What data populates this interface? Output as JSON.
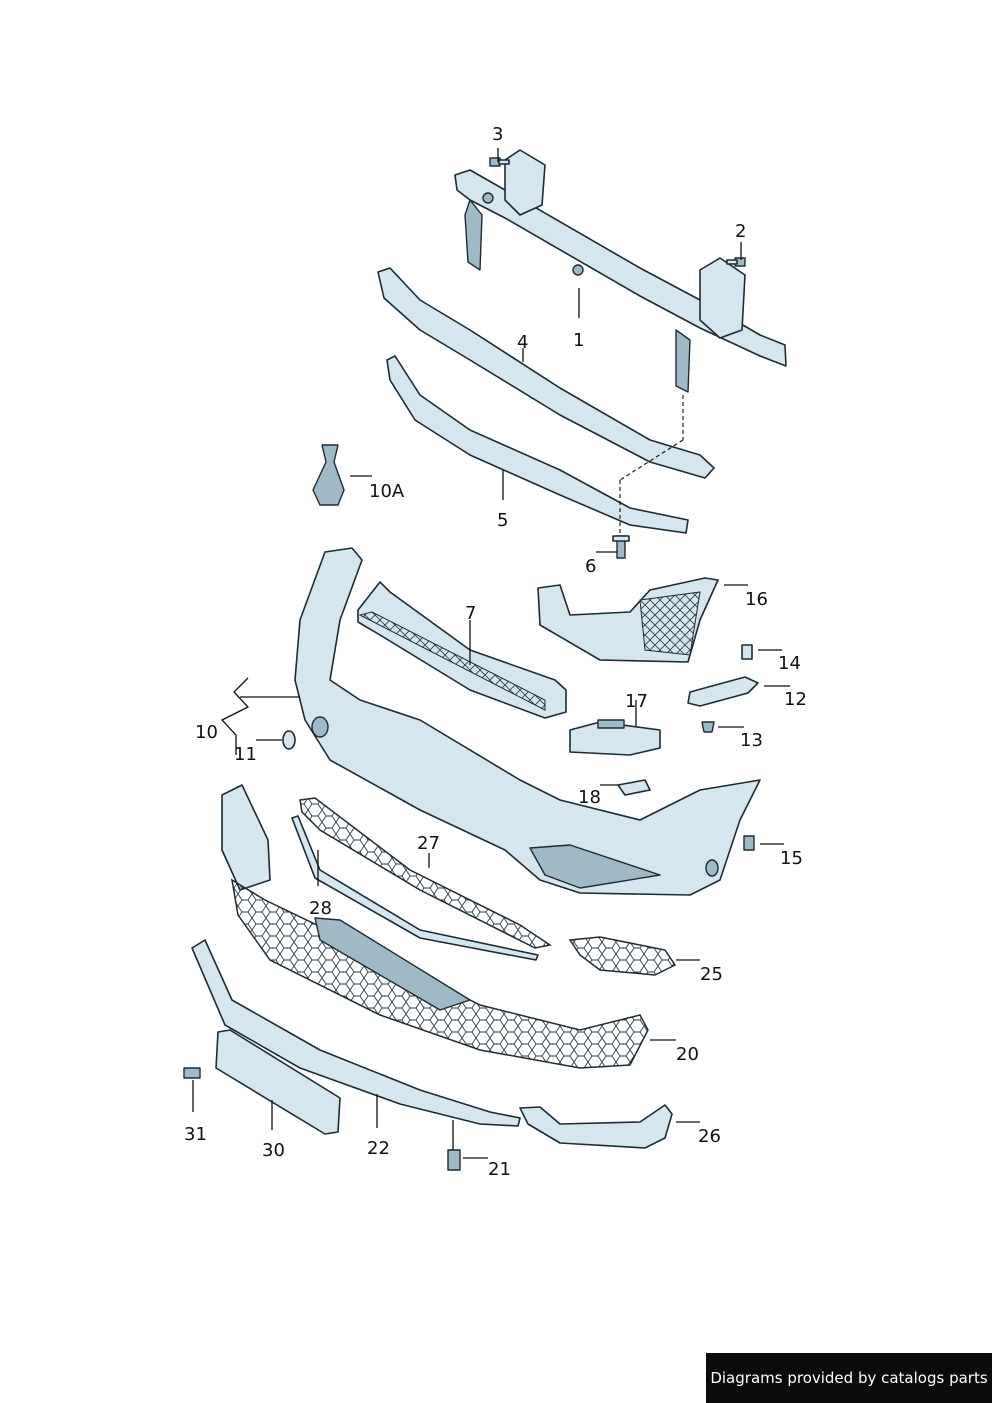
{
  "callouts": [
    "1",
    "2",
    "3",
    "4",
    "5",
    "6",
    "7",
    "10",
    "10A",
    "11",
    "12",
    "13",
    "14",
    "15",
    "16",
    "17",
    "18",
    "20",
    "21",
    "22",
    "25",
    "26",
    "27",
    "28",
    "30",
    "31"
  ],
  "footer": {
    "text": "Diagrams provided by catalogs parts"
  },
  "colors": {
    "part_fill": "#d6e6ee",
    "part_shade": "#9fb9c6",
    "outline": "#1d2b33",
    "banner": "#0b0b0b"
  }
}
